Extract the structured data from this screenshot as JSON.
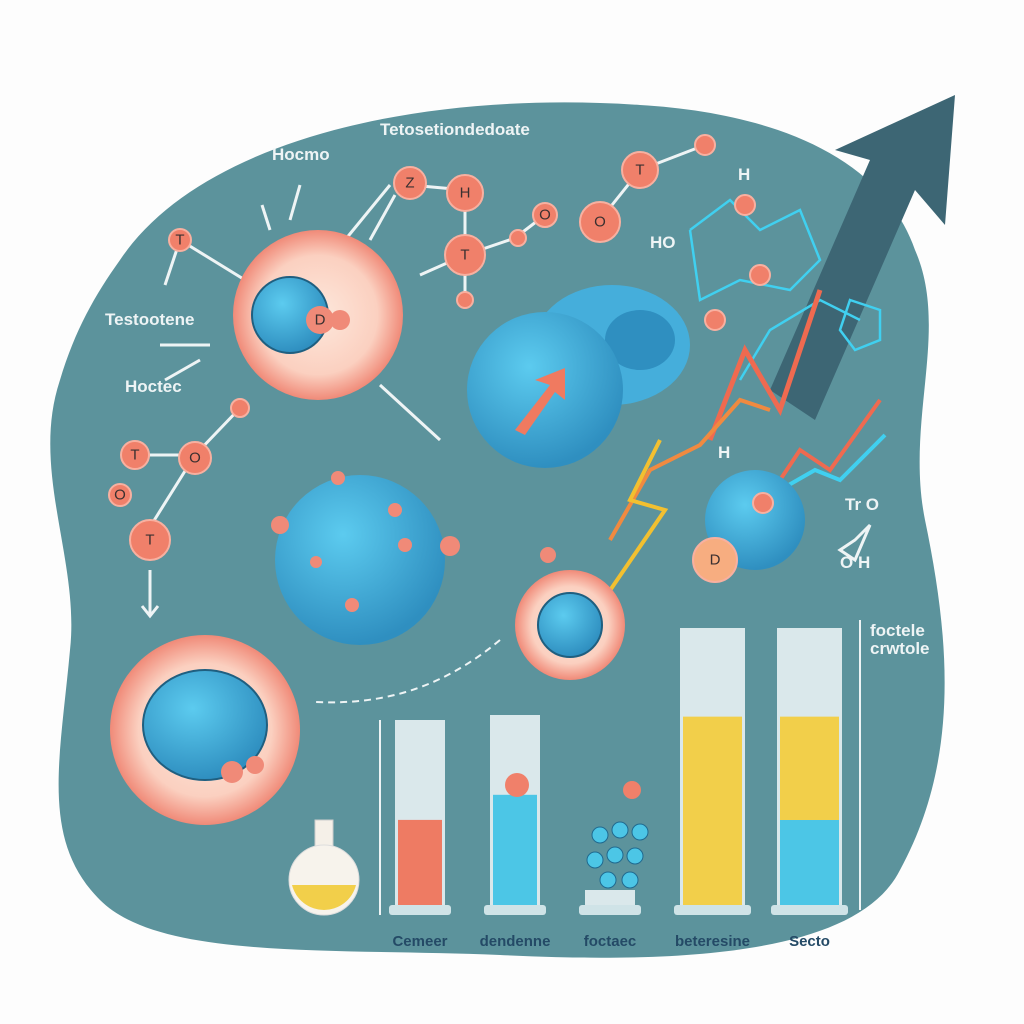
{
  "labels": {
    "top_title": "Tetosetiondedoate",
    "hormone": "Hocmo",
    "testosterone": "Testootene",
    "hoctec": "Hoctec",
    "ho": "HO",
    "h_top": "H",
    "h_mid": "H",
    "formula_top": "Tr O",
    "formula_bottom": "O  H",
    "side_line1": "foctele",
    "side_line2": "crwtole"
  },
  "atoms": {
    "z": "Z",
    "h": "H",
    "t1": "T",
    "o1": "O",
    "t2": "T",
    "o2": "O",
    "t3": "T",
    "o3": "O",
    "t4": "T",
    "t5": "T",
    "d1": "D",
    "d2": "D",
    "o4": "O"
  },
  "tubes": [
    {
      "label": "Cemeer",
      "fill_fraction": 0.46,
      "color": "#ee7b63"
    },
    {
      "label": "dendenne",
      "fill_fraction": 0.58,
      "color": "#4cc6e6"
    },
    {
      "label": "foctaec",
      "fill_fraction": 0.0,
      "color": "#4cc6e6"
    },
    {
      "label": "beteresine",
      "fill_fraction": 0.68,
      "color": "#f2cf4a"
    },
    {
      "label": "Secto",
      "fill_fraction": 0.68,
      "color": "#f2cf4a"
    }
  ],
  "colors": {
    "background_blob": "#5c939c",
    "salmon": "#f08a78",
    "blue": "#3fa8d6",
    "arrow": "#3d6674",
    "yellow": "#f2cf4a"
  }
}
